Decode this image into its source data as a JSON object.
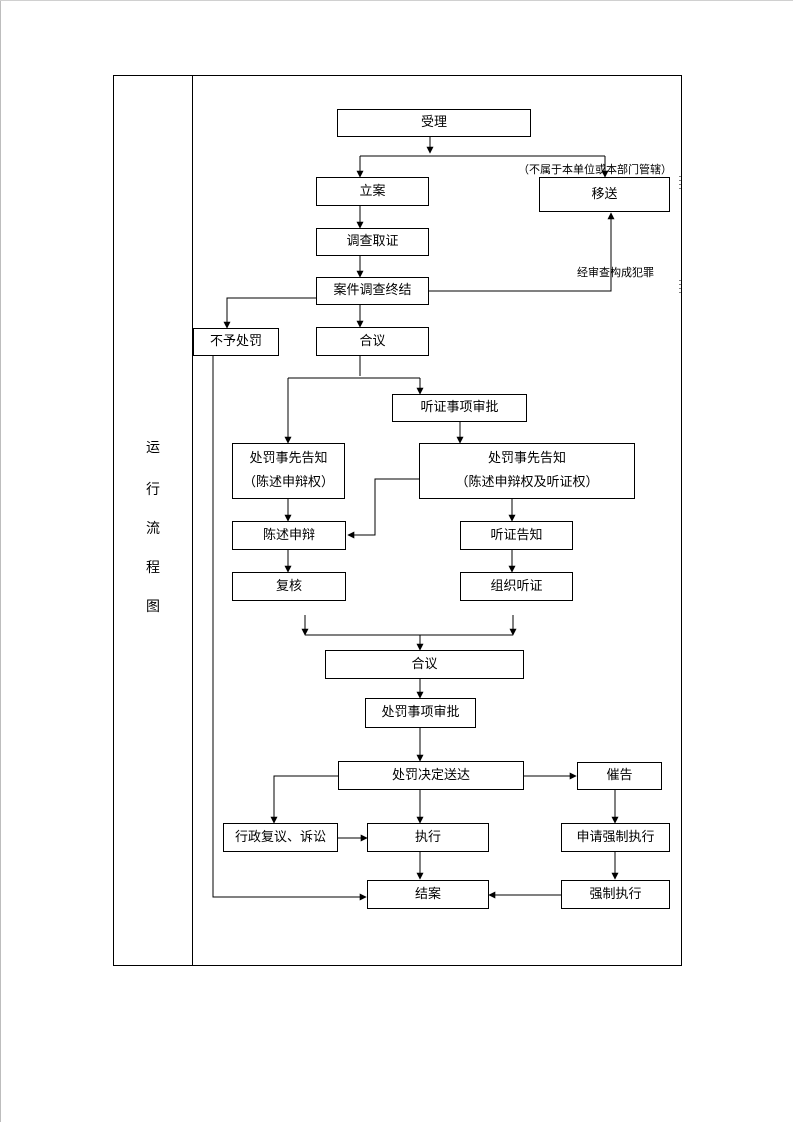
{
  "side_title": [
    "运",
    "行",
    "流",
    "程",
    "图"
  ],
  "boxes": {
    "accept": "受理",
    "transfer": "移送",
    "file_case": "立案",
    "investigate": "调查取证",
    "investigation_end": "案件调查终结",
    "no_penalty": "不予处罚",
    "discussion1": "合议",
    "hearing_approval": "听证事项审批",
    "prior_notice_a_line1": "处罚事先告知",
    "prior_notice_a_line2": "（陈述申辩权）",
    "prior_notice_b_line1": "处罚事先告知",
    "prior_notice_b_line2": "（陈述申辩权及听证权）",
    "statement_defense": "陈述申辩",
    "hearing_notice": "听证告知",
    "review": "复核",
    "organize_hearing": "组织听证",
    "discussion2": "合议",
    "penalty_approval": "处罚事项审批",
    "decision_delivery": "处罚决定送达",
    "urge": "催告",
    "admin_review": "行政复议、诉讼",
    "execute": "执行",
    "apply_enforcement": "申请强制执行",
    "close_case": "结案",
    "forced_execution": "强制执行"
  },
  "annotations": {
    "not_in_jurisdiction": "（不属于本单位或本部门管辖）",
    "crime_found": "经审查构成犯罪"
  }
}
